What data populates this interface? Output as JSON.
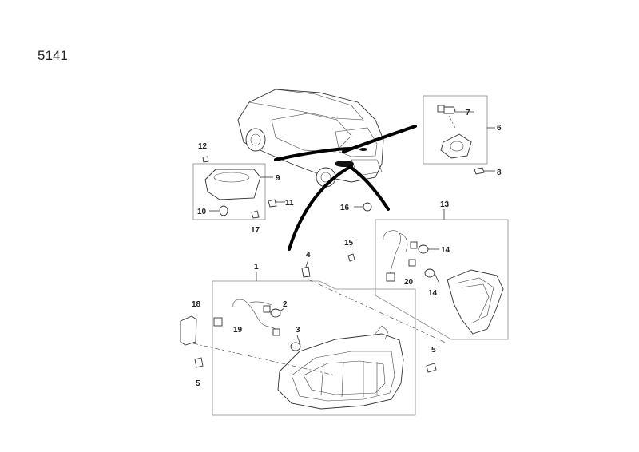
{
  "diagram": {
    "code": "5141",
    "callouts": {
      "c1": "1",
      "c2": "2",
      "c3": "3",
      "c4": "4",
      "c5a": "5",
      "c5b": "5",
      "c6": "6",
      "c7": "7",
      "c8": "8",
      "c9": "9",
      "c10": "10",
      "c11": "11",
      "c12": "12",
      "c13": "13",
      "c14a": "14",
      "c14b": "14",
      "c15": "15",
      "c16": "16",
      "c17": "17",
      "c18": "18",
      "c19": "19",
      "c20": "20"
    }
  }
}
